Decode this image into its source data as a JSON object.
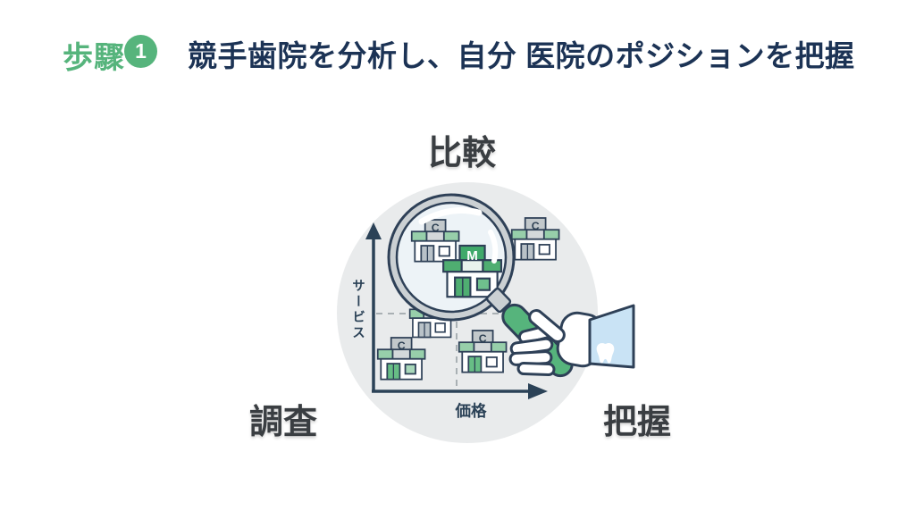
{
  "slide": {
    "step_label": "歩驟",
    "step_number": "1",
    "title": "競手歯院を分析し、自分 医院のポジションを把握"
  },
  "keywords": {
    "top": "比較",
    "bottom_left": "調査",
    "bottom_right": "把握"
  },
  "diagram": {
    "y_axis_label": "サービス",
    "x_axis_label": "価格",
    "buildings": [
      {
        "name": "clinic-in-lens-left",
        "label": "C"
      },
      {
        "name": "my-clinic-in-lens",
        "label": "M"
      },
      {
        "name": "clinic-top-right",
        "label": "C"
      },
      {
        "name": "clinic-behind-lens",
        "label": ""
      },
      {
        "name": "clinic-bottom-left",
        "label": "C"
      },
      {
        "name": "clinic-bottom-center",
        "label": "C"
      }
    ],
    "icons": {
      "magnifier": "magnifying-glass-icon",
      "hand": "hand-grip-icon",
      "sleeve": "dentist-sleeve-icon",
      "tooth": "tooth-icon"
    }
  },
  "colors": {
    "accent_green": "#56b47c",
    "deep_green": "#4fae71",
    "title_navy": "#1c3355",
    "outline_navy": "#2e4057",
    "keyword_gray": "#3a3e42",
    "circle_bg": "#e9ebec",
    "lens_rim_gray": "#cbd0d3",
    "lens_fill": "#edf3f7",
    "sleeve_blue": "#c9e3f5",
    "dash_gray": "#a9b0b4"
  }
}
